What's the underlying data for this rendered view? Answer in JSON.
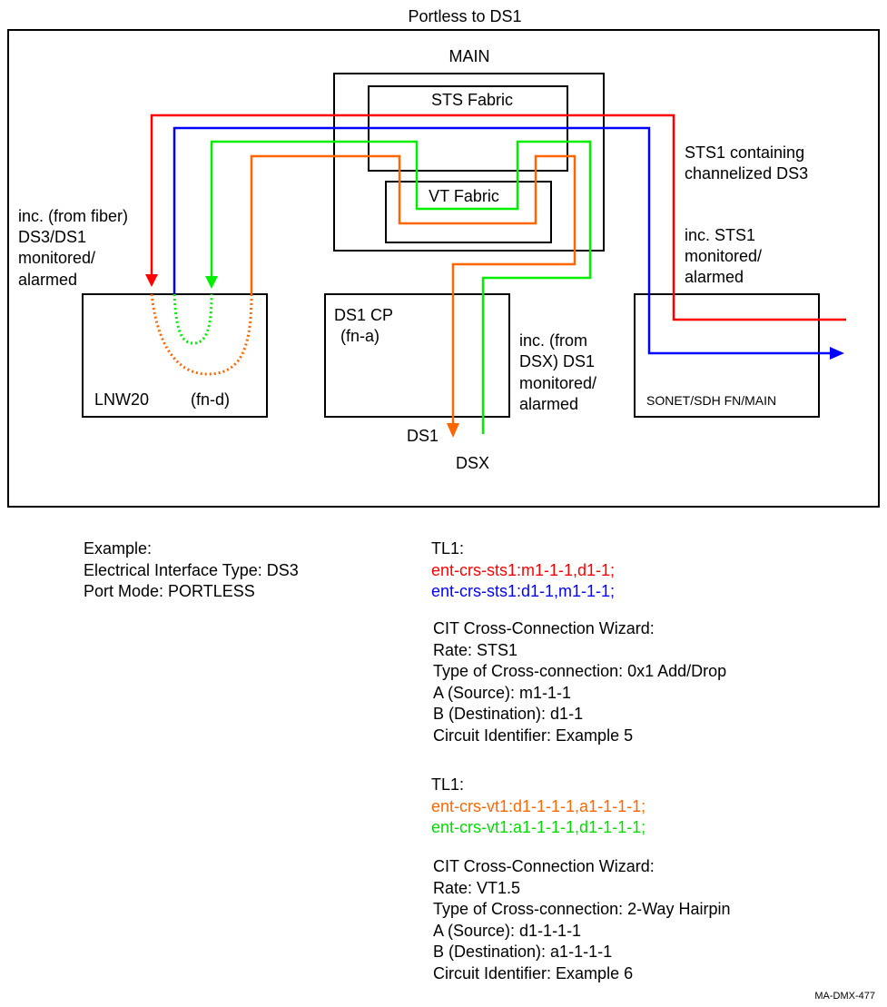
{
  "diagram": {
    "title": "Portless to DS1",
    "main_label": "MAIN",
    "sts_fabric_label": "STS Fabric",
    "vt_fabric_label": "VT Fabric",
    "lnw20_label": "LNW20",
    "lnw20_fn": "(fn-d)",
    "ds1cp_label": "DS1 CP",
    "ds1cp_fn": "(fn-a)",
    "sonet_label": "SONET/SDH FN/MAIN",
    "ds1_label": "DS1",
    "dsx_label": "DSX",
    "annotation_left": [
      "inc. (from fiber)",
      "DS3/DS1",
      "monitored/",
      "alarmed"
    ],
    "annotation_sts1_containing": [
      "STS1 containing",
      "channelized DS3"
    ],
    "annotation_inc_sts1": [
      "inc. STS1",
      "monitored/",
      "alarmed"
    ],
    "annotation_dsx": [
      "inc. (from",
      "DSX) DS1",
      "monitored/",
      "alarmed"
    ]
  },
  "colors": {
    "red": "#ff0000",
    "blue": "#0000ff",
    "orange": "#ff6600",
    "green": "#00ee00"
  },
  "example": {
    "heading": "Example:",
    "interface_type": "Electrical Interface Type: DS3",
    "port_mode": "Port Mode: PORTLESS"
  },
  "tl1_block_1": {
    "heading": "TL1:",
    "cmd_red": "ent-crs-sts1:m1-1-1,d1-1;",
    "cmd_blue": "ent-crs-sts1:d1-1,m1-1-1;"
  },
  "wizard_1": {
    "heading": "CIT Cross-Connection Wizard:",
    "rate": "Rate: STS1",
    "type": "Type of Cross-connection: 0x1 Add/Drop",
    "source": "A (Source): m1-1-1",
    "destination": "B (Destination): d1-1",
    "circuit": "Circuit Identifier: Example 5"
  },
  "tl1_block_2": {
    "heading": "TL1:",
    "cmd_orange": "ent-crs-vt1:d1-1-1-1,a1-1-1-1;",
    "cmd_green": "ent-crs-vt1:a1-1-1-1,d1-1-1-1;"
  },
  "wizard_2": {
    "heading": "CIT Cross-Connection Wizard:",
    "rate": "Rate: VT1.5",
    "type": "Type of Cross-connection: 2-Way Hairpin",
    "source": "A (Source): d1-1-1-1",
    "destination": "B (Destination): a1-1-1-1",
    "circuit": "Circuit Identifier: Example 6"
  },
  "figure_id": "MA-DMX-477"
}
